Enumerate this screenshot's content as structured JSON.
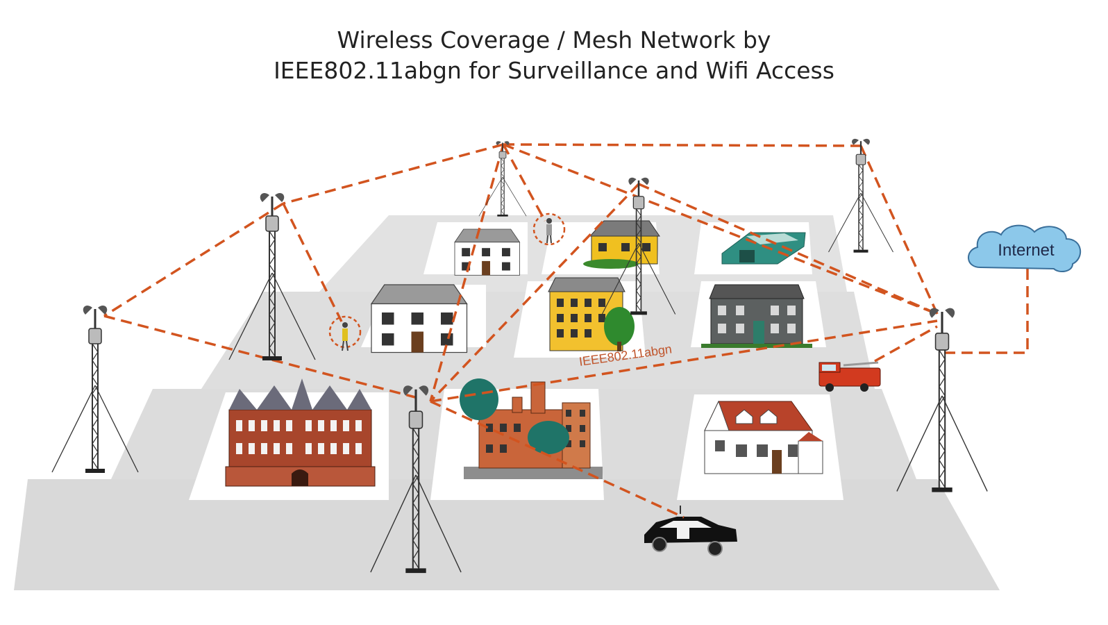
{
  "title": {
    "line1": "Wireless Coverage / Mesh Network by",
    "line2": "IEEE802.11abgn for Surveillance and Wifi Access"
  },
  "labels": {
    "internet": "Internet",
    "band": "IEEE802.11abgn"
  },
  "colors": {
    "link": "#d2541f",
    "road": "#d4d4d4",
    "cloud": "#8cc8ea"
  },
  "icons": [
    "mesh-tower-icon",
    "cloud-icon",
    "house-icon",
    "barn-icon",
    "castle-icon",
    "factory-icon",
    "fire-truck-icon",
    "police-car-icon",
    "person-icon"
  ]
}
